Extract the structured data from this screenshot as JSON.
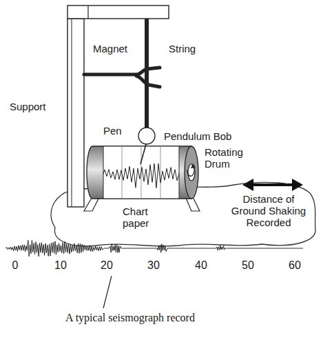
{
  "diagram": {
    "labels": [
      "Magnet",
      "String",
      "Support",
      "Pen",
      "Pendulum Bob",
      "Rotating Drum",
      "Chart paper",
      "Distance of Ground Shaking Recorded",
      "0",
      "10",
      "20",
      "30",
      "40",
      "50",
      "60",
      "A typical seismograph record"
    ]
  }
}
